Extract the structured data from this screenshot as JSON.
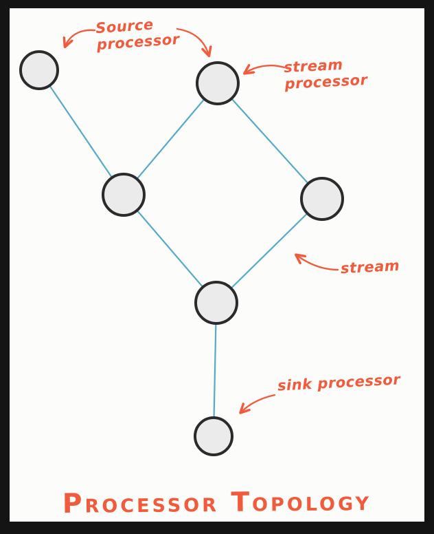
{
  "title": "Processor Topology",
  "annotations": {
    "source_processor": {
      "line1": "Source",
      "line2": "processor"
    },
    "stream_processor": {
      "line1": "stream",
      "line2": "processor"
    },
    "stream": "stream",
    "sink_processor": "sink processor"
  },
  "colors": {
    "annotation_orange": "#f15b3b",
    "edge_blue": "#55aac8",
    "node_fill": "#ebebeb",
    "node_stroke": "#2b2b2b",
    "frame_background": "#141414",
    "page_background": "#fcfcfb"
  },
  "graph": {
    "nodes": [
      {
        "id": "node-top-left"
      },
      {
        "id": "node-top-center"
      },
      {
        "id": "node-mid-left"
      },
      {
        "id": "node-mid-right"
      },
      {
        "id": "node-bottom-center"
      },
      {
        "id": "node-sink"
      }
    ],
    "edges": [
      [
        "node-top-left",
        "node-mid-left"
      ],
      [
        "node-top-center",
        "node-mid-left"
      ],
      [
        "node-top-center",
        "node-mid-right"
      ],
      [
        "node-mid-left",
        "node-bottom-center"
      ],
      [
        "node-mid-right",
        "node-bottom-center"
      ],
      [
        "node-bottom-center",
        "node-sink"
      ]
    ]
  }
}
